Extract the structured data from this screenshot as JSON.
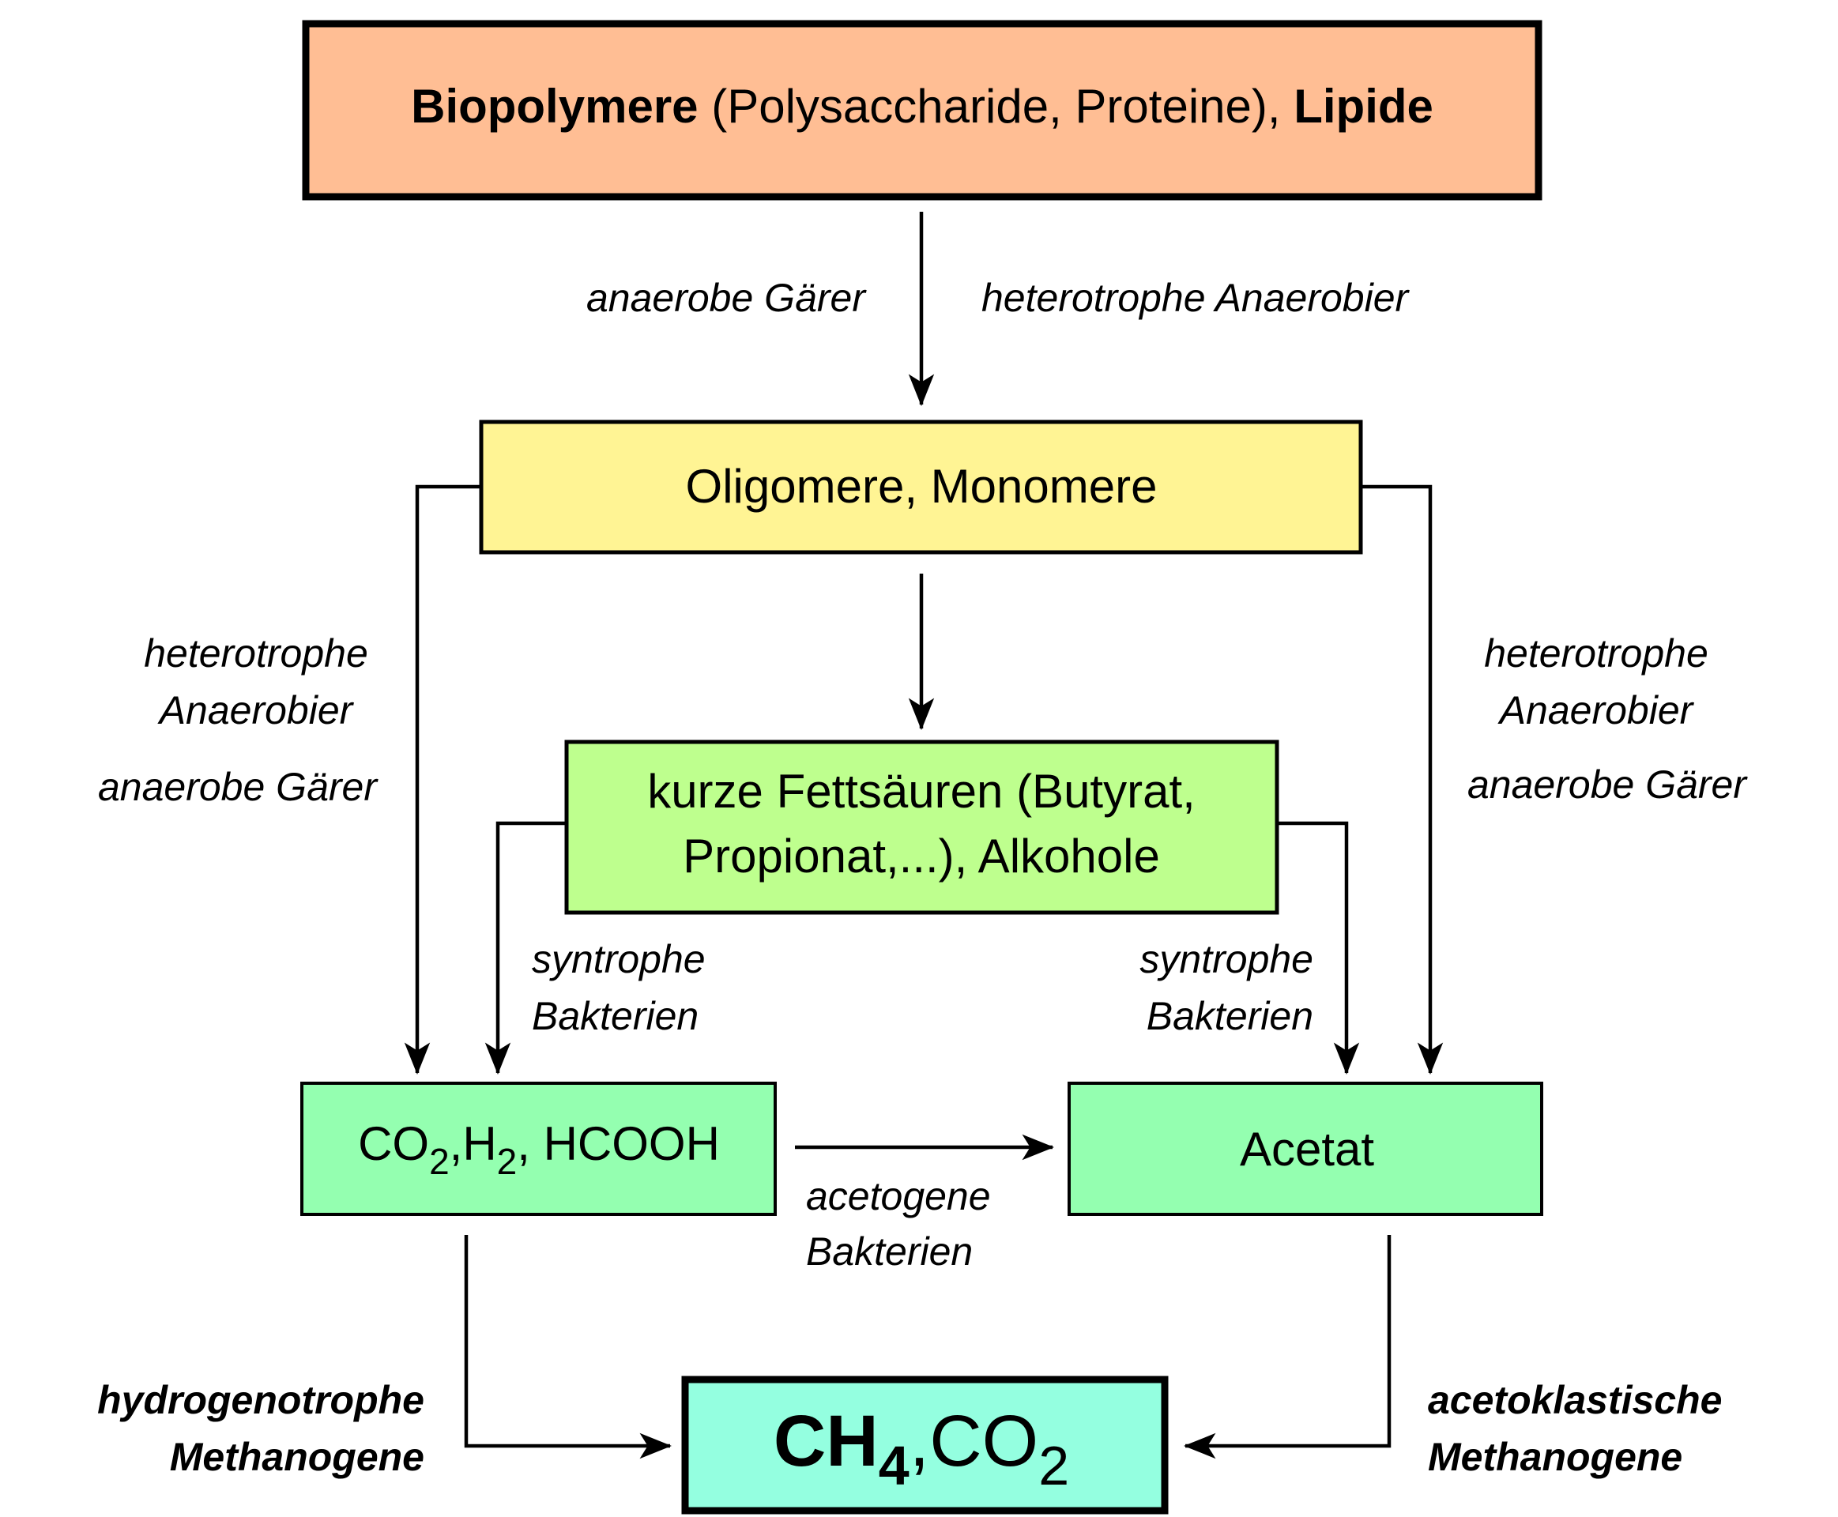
{
  "colors": {
    "biopolymere": "#FFBE94",
    "oligomere": "#FFF494",
    "fettsaeuren": "#BEFF8E",
    "co2_h2": "#94FFB0",
    "acetat": "#94FFB0",
    "methane": "#94FFE0"
  },
  "nodes": {
    "biopolymere": {
      "bold1": "Biopolymere",
      "normal": " (Polysaccharide, Proteine), ",
      "bold2": "Lipide"
    },
    "oligomere": {
      "label": "Oligomere, Monomere"
    },
    "fettsaeuren": {
      "line1": "kurze Fettsäuren (Butyrat,",
      "line2": "Propionat,...), Alkohole"
    },
    "co2_h2": {
      "co": "CO",
      "sub1": "2",
      "h": ",H",
      "sub2": "2",
      "rest": ", HCOOH"
    },
    "acetat": {
      "label": "Acetat"
    },
    "methane": {
      "ch": "CH",
      "sub1": "4",
      "co": ",CO",
      "sub2": "2"
    }
  },
  "labels": {
    "top_left": "anaerobe Gärer",
    "top_right": "heterotrophe Anaerobier",
    "left_1": "heterotrophe",
    "left_2": "Anaerobier",
    "left_3": "anaerobe Gärer",
    "right_1": "heterotrophe",
    "right_2": "Anaerobier",
    "right_3": "anaerobe Gärer",
    "syn_left_1": "syntrophe",
    "syn_left_2": "Bakterien",
    "syn_right_1": "syntrophe",
    "syn_right_2": "Bakterien",
    "aceto_1": "acetogene",
    "aceto_2": "Bakterien",
    "hydro_1": "hydrogenotrophe",
    "hydro_2": "Methanogene",
    "acetokl_1": "acetoklastische",
    "acetokl_2": "Methanogene"
  }
}
